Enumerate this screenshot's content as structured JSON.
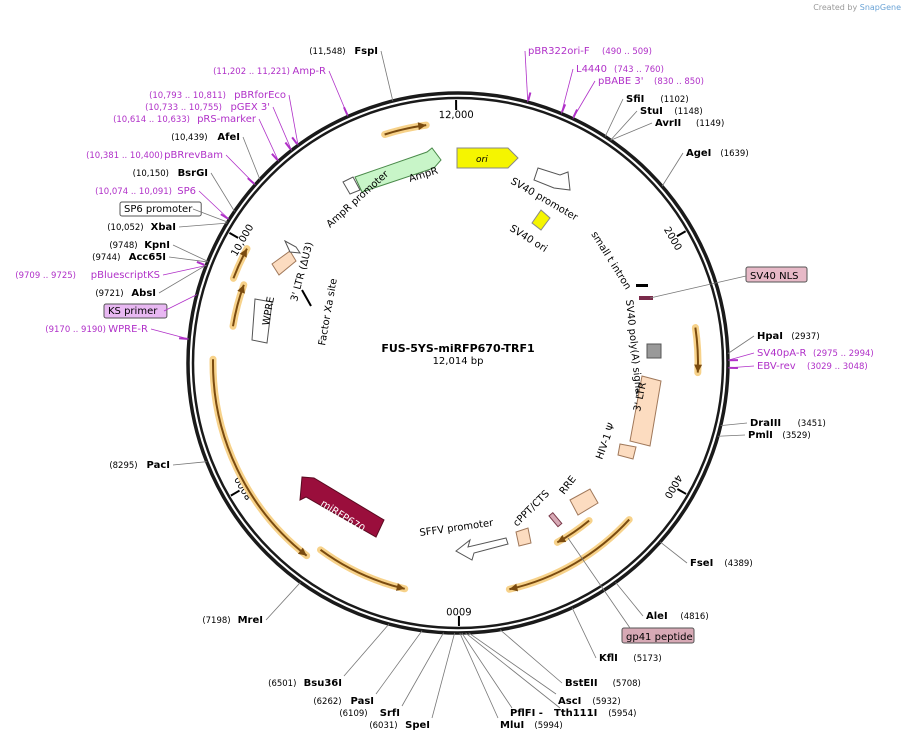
{
  "credit": {
    "prefix": "Created by",
    "brand": "SnapGene"
  },
  "map": {
    "name": "FUS-5YS-miRFP670-TRF1",
    "size_label": "12,014 bp",
    "total_bp": 12014,
    "ticks": [
      {
        "bp": 2000,
        "label": "2000"
      },
      {
        "bp": 4000,
        "label": "4000"
      },
      {
        "bp": 6000,
        "label": "6000"
      },
      {
        "bp": 8000,
        "label": "8000"
      },
      {
        "bp": 10000,
        "label": "10,000"
      },
      {
        "bp": 12000,
        "label": "12,000"
      }
    ]
  },
  "colors": {
    "backbone": "#1a1a1a",
    "primer": "#b030c8",
    "enzyme": "#000000",
    "orf": "#e8a23a",
    "ori": "#f5f500",
    "ampr": "#c8f5c8",
    "ltr": "#fcdcc0",
    "mirfp": "#9a0e3c",
    "nls": "#e7b9c7",
    "polyA": "#999999",
    "gp41": "#d7a9b5"
  },
  "features": [
    {
      "name": "ori",
      "label": "ori",
      "type": "ori"
    },
    {
      "name": "AmpR",
      "label": "AmpR",
      "type": "ampr"
    },
    {
      "name": "AmpR promoter",
      "label": "AmpR promoter",
      "type": "promoter"
    },
    {
      "name": "SV40 promoter",
      "label": "SV40 promoter",
      "type": "promoter"
    },
    {
      "name": "SV40 ori",
      "label": "SV40 ori",
      "type": "ori-small"
    },
    {
      "name": "small t intron",
      "label": "small t intron",
      "type": "intron"
    },
    {
      "name": "SV40 NLS",
      "label": "SV40 NLS",
      "type": "nls"
    },
    {
      "name": "SV40 poly(A) signal",
      "label": "SV40 poly(A) signal",
      "type": "polya"
    },
    {
      "name": "3' LTR",
      "label": "3' LTR",
      "type": "ltr"
    },
    {
      "name": "HIV-1 psi",
      "label": "HIV-1 Ψ",
      "type": "ltr-small"
    },
    {
      "name": "RRE",
      "label": "RRE",
      "type": "ltr-small"
    },
    {
      "name": "cPPT/CTS",
      "label": "cPPT/CTS",
      "type": "ltr-small"
    },
    {
      "name": "gp41 peptide",
      "label": "gp41 peptide",
      "type": "gp41"
    },
    {
      "name": "SFFV promoter",
      "label": "SFFV promoter",
      "type": "promoter"
    },
    {
      "name": "miRFP670",
      "label": "miRFP670",
      "type": "mirfp"
    },
    {
      "name": "WPRE",
      "label": "WPRE",
      "type": "wpre"
    },
    {
      "name": "3' LTR dU3",
      "label": "3' LTR (ΔU3)",
      "type": "ltr"
    },
    {
      "name": "Factor Xa site",
      "label": "Factor Xa site",
      "type": "site"
    }
  ],
  "left_sites": [
    {
      "kind": "enzyme",
      "name": "FspI",
      "pos": "(11,548)"
    },
    {
      "kind": "primer",
      "name": "Amp-R",
      "pos": "(11,202 .. 11,221)"
    },
    {
      "kind": "primer",
      "name": "pBRforEco",
      "pos": "(10,793 .. 10,811)"
    },
    {
      "kind": "primer",
      "name": "pGEX 3'",
      "pos": "(10,733 .. 10,755)"
    },
    {
      "kind": "primer",
      "name": "pRS-marker",
      "pos": "(10,614 .. 10,633)"
    },
    {
      "kind": "enzyme",
      "name": "AfeI",
      "pos": "(10,439)"
    },
    {
      "kind": "primer",
      "name": "pBRrevBam",
      "pos": "(10,381 .. 10,400)"
    },
    {
      "kind": "enzyme",
      "name": "BsrGI",
      "pos": "(10,150)"
    },
    {
      "kind": "primer",
      "name": "SP6",
      "pos": "(10,074 .. 10,091)"
    },
    {
      "kind": "boxed",
      "name": "SP6 promoter",
      "pos": ""
    },
    {
      "kind": "enzyme",
      "name": "XbaI",
      "pos": "(10,052)"
    },
    {
      "kind": "enzyme",
      "name": "KpnI",
      "pos": "(9748)"
    },
    {
      "kind": "enzyme",
      "name": "Acc65I",
      "pos": "(9744)"
    },
    {
      "kind": "primer",
      "name": "pBluescriptKS",
      "pos": "(9709 .. 9725)"
    },
    {
      "kind": "enzyme",
      "name": "AbsI",
      "pos": "(9721)"
    },
    {
      "kind": "boxed-primer",
      "name": "KS primer",
      "pos": ""
    },
    {
      "kind": "primer",
      "name": "WPRE-R",
      "pos": "(9170 .. 9190)"
    },
    {
      "kind": "enzyme",
      "name": "PacI",
      "pos": "(8295)"
    },
    {
      "kind": "enzyme",
      "name": "MreI",
      "pos": "(7198)"
    }
  ],
  "right_sites": [
    {
      "kind": "primer",
      "name": "pBR322ori-F",
      "pos": "(490 .. 509)"
    },
    {
      "kind": "primer",
      "name": "L4440",
      "pos": "(743 .. 760)"
    },
    {
      "kind": "primer",
      "name": "pBABE 3'",
      "pos": "(830 .. 850)"
    },
    {
      "kind": "enzyme",
      "name": "SfiI",
      "pos": "(1102)"
    },
    {
      "kind": "enzyme",
      "name": "StuI",
      "pos": "(1148)"
    },
    {
      "kind": "enzyme",
      "name": "AvrII",
      "pos": "(1149)"
    },
    {
      "kind": "enzyme",
      "name": "AgeI",
      "pos": "(1639)"
    },
    {
      "kind": "enzyme",
      "name": "HpaI",
      "pos": "(2937)"
    },
    {
      "kind": "primer",
      "name": "SV40pA-R",
      "pos": "(2975 .. 2994)"
    },
    {
      "kind": "primer",
      "name": "EBV-rev",
      "pos": "(3029 .. 3048)"
    },
    {
      "kind": "enzyme",
      "name": "DraIII",
      "pos": "(3451)"
    },
    {
      "kind": "enzyme",
      "name": "PmlI",
      "pos": "(3529)"
    },
    {
      "kind": "enzyme",
      "name": "FseI",
      "pos": "(4389)"
    },
    {
      "kind": "enzyme",
      "name": "AleI",
      "pos": "(4816)"
    },
    {
      "kind": "enzyme",
      "name": "KflI",
      "pos": "(5173)"
    },
    {
      "kind": "enzyme",
      "name": "BstEII",
      "pos": "(5708)"
    }
  ],
  "bottom_sites": [
    {
      "kind": "enzyme",
      "name": "Bsu36I",
      "pos": "(6501)"
    },
    {
      "kind": "enzyme",
      "name": "PasI",
      "pos": "(6262)"
    },
    {
      "kind": "enzyme",
      "name": "SrfI",
      "pos": "(6109)"
    },
    {
      "kind": "enzyme",
      "name": "SpeI",
      "pos": "(6031)"
    },
    {
      "kind": "enzyme",
      "name": "MluI",
      "pos": "(5994)"
    },
    {
      "kind": "enzyme",
      "name": "PflFI",
      "pos": ""
    },
    {
      "kind": "enzyme",
      "name": "Tth111I",
      "pos": "(5954)"
    },
    {
      "kind": "enzyme",
      "name": "AscI",
      "pos": "(5932)"
    }
  ],
  "right_boxed": {
    "name": "SV40 NLS"
  },
  "bottom_boxed": {
    "name": "gp41 peptide"
  }
}
